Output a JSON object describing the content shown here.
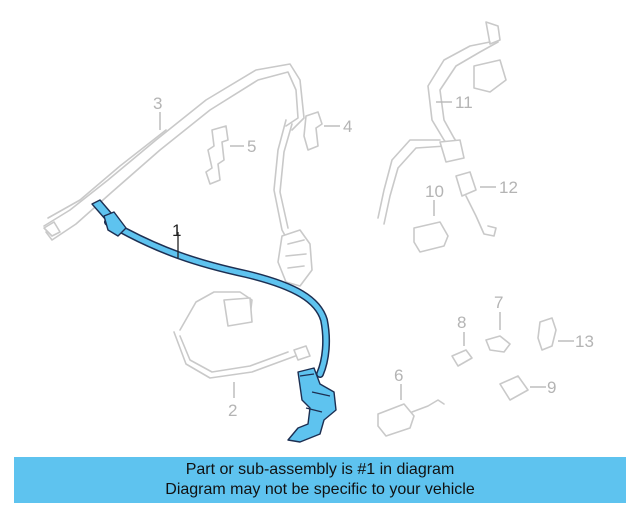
{
  "diagram": {
    "highlighted_part": "1",
    "callouts": [
      "1",
      "2",
      "3",
      "4",
      "5",
      "6",
      "7",
      "8",
      "9",
      "10",
      "11",
      "12",
      "13"
    ],
    "colors": {
      "highlight": "#5ec3ef",
      "outline": "#1d2f52",
      "ghost": "#c9c9c9",
      "label": "#b4b4b4"
    }
  },
  "banner": {
    "line1": "Part or sub-assembly is #1 in diagram",
    "line2": "Diagram may not be specific to your vehicle"
  }
}
